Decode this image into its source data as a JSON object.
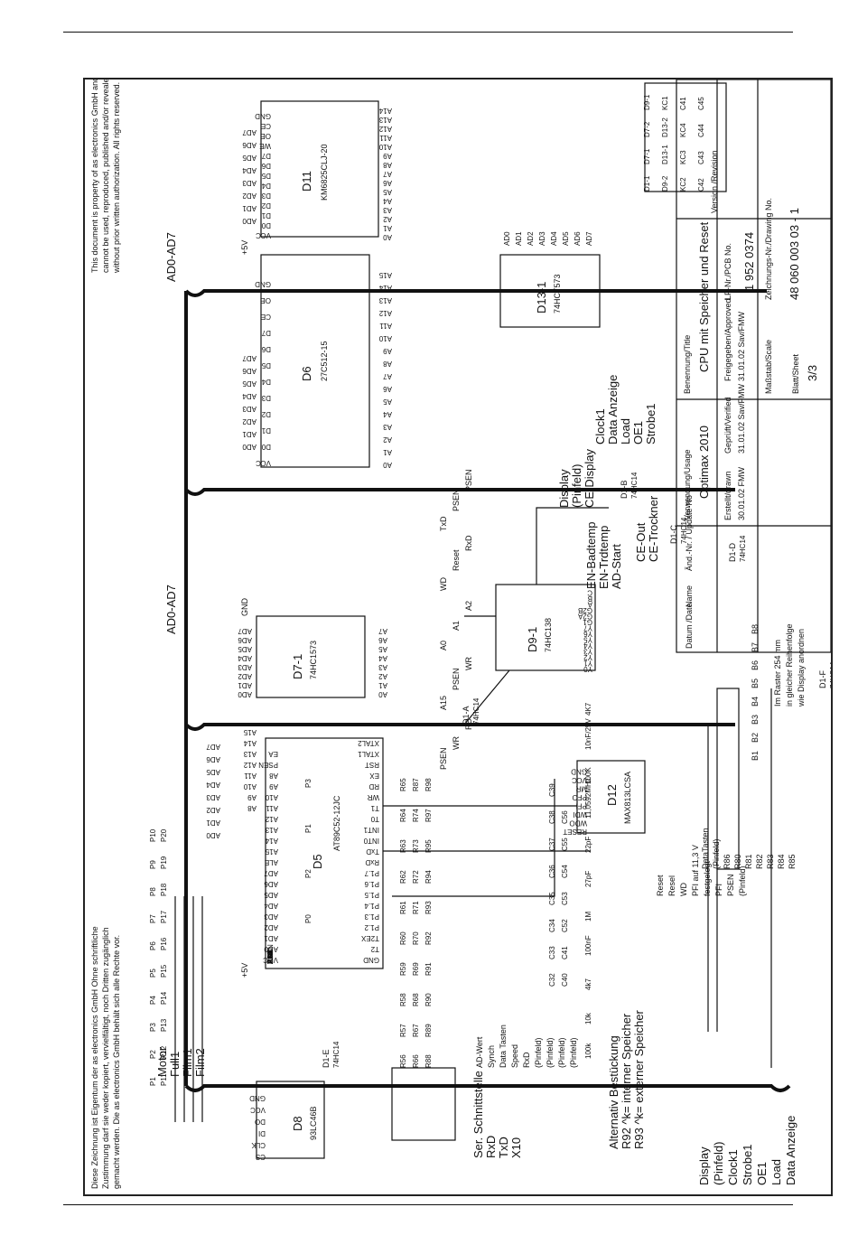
{
  "notices": {
    "de": [
      "Diese Zeichnung ist Eigentum der  as electronics GmbH Ohne schriftliche",
      "Zustimmung darf sie weder kopiert, vervielfältigt, noch Dritten zugänglich",
      "gemacht werden. Die  as electronics GmbH behält sich alle Rechte vor."
    ],
    "en": [
      "This document is property of  as electronics GmbH and",
      "cannot be used, reproduced, published and/or revealed",
      "without prior written authorization.  All rights reserved."
    ]
  },
  "bus": {
    "ad": "AD0-AD7",
    "ad_right": "AD0-AD7",
    "ad_lines": [
      "AD0",
      "AD1",
      "AD2",
      "AD3",
      "AD4",
      "AD5",
      "AD6",
      "AD7"
    ],
    "a_lines": [
      "A0",
      "A1",
      "A2",
      "A3",
      "A4",
      "A5",
      "A6",
      "A7",
      "A8",
      "A9",
      "A10",
      "A11",
      "A12",
      "A13",
      "A14",
      "A15"
    ],
    "a_high": [
      "A8",
      "A9",
      "A10",
      "A11",
      "A12",
      "A13",
      "A14",
      "A15"
    ],
    "ctrl": [
      "PSEN",
      "WR",
      "RD",
      "A15",
      "PSEN",
      "WR",
      "A0",
      "A1",
      "A2",
      "WD",
      "Reset",
      "RxD",
      "TxD",
      "PSEN",
      "PSEN"
    ],
    "flash_ad": [
      "A0",
      "A1",
      "A2",
      "A3",
      "A4",
      "A5",
      "A6",
      "A7",
      "A8",
      "A9",
      "A10",
      "A11",
      "A12",
      "A13",
      "A14"
    ]
  },
  "chips": {
    "d5": {
      "ref": "D5",
      "part": "AT89C52-12JC",
      "pins_top": [
        "VCC",
        "AD0",
        "AD1",
        "AD2",
        "AD3",
        "AD4",
        "AD5",
        "AD6",
        "AD7",
        "ALE",
        "A15",
        "A14",
        "A13",
        "A12",
        "A11",
        "A10",
        "A9",
        "A8",
        "PSEN",
        "EA"
      ],
      "pins_bot": [
        "GND",
        "T2",
        "T2EX",
        "P1.2",
        "P1.3",
        "P1.4",
        "P1.5",
        "P1.6",
        "P1.7",
        "RxD",
        "TxD",
        "INT0",
        "INT1",
        "T0",
        "T1",
        "WR",
        "RD",
        "EX",
        "RST",
        "XTAL1",
        "XTAL2"
      ],
      "ports": [
        "P0",
        "P2",
        "P1",
        "P3"
      ]
    },
    "d7_1": {
      "ref": "D7-1",
      "part": "74HC1573"
    },
    "d6": {
      "ref": "D6",
      "part": "27C512-15",
      "pins": [
        "VCC",
        "D0",
        "D1",
        "D2",
        "D3",
        "D4",
        "D5",
        "D6",
        "D7",
        "CE",
        "OE",
        "GND"
      ]
    },
    "d11": {
      "ref": "D11",
      "part": "KM6825CLJ-20",
      "pins": [
        "VCC",
        "D0",
        "D1",
        "D2",
        "D3",
        "D4",
        "D5",
        "D6",
        "D7",
        "WE",
        "OE",
        "CE",
        "GND"
      ]
    },
    "d9_1": {
      "ref": "D9-1",
      "part": "74HC138",
      "pins": [
        "Y0",
        "Y1",
        "Y2",
        "Y3",
        "Y4",
        "Y5",
        "Y6",
        "Y7",
        "G1",
        "G2A",
        "G2B",
        "A",
        "B",
        "C"
      ]
    },
    "d13_1": {
      "ref": "D13-1",
      "part": "74HCT573"
    },
    "d8": {
      "ref": "D8",
      "part": "93LC46B",
      "pins": [
        "CS",
        "CLK",
        "DI",
        "DO",
        "VCC",
        "GND"
      ]
    },
    "d12": {
      "ref": "D12",
      "part": "MAX813LCSA",
      "pins": [
        "RESET",
        "WDO",
        "WDI",
        "PFI",
        "PFO",
        "MR",
        "VCC",
        "GND"
      ]
    },
    "d1a": {
      "ref": "D1-A",
      "part": "74HC14"
    },
    "d1b": {
      "ref": "D1-B",
      "part": "74HC14"
    },
    "d1c": {
      "ref": "D1-C",
      "part": "74HC14"
    },
    "d1d": {
      "ref": "D1-D",
      "part": "74HC14"
    },
    "d1e": {
      "ref": "D1-E",
      "part": "74HC14"
    },
    "d1f": {
      "ref": "D1-F",
      "part": "74HC14"
    },
    "gates_extra": [
      "D1-1",
      "D7-1",
      "D7-2",
      "D9-1",
      "D9-2",
      "D13-1",
      "D13-2",
      "KC1",
      "KC2",
      "KC3",
      "KC4",
      "C41",
      "C42",
      "C43",
      "C44",
      "C45"
    ]
  },
  "signals": {
    "left": [
      "Motor",
      "Full1",
      "Film1",
      "Film2"
    ],
    "right_top": [
      "Clock1",
      "Data Anzeige",
      "Load",
      "OE1",
      "Strobe1"
    ],
    "display_block": [
      "Display",
      "(Pinfeld)",
      "CE-Display"
    ],
    "temps": [
      "EN-Badtemp",
      "EN-Trdtemp",
      "AD-Start"
    ],
    "ce": [
      "CE-Out",
      "CE-Trockner"
    ],
    "serial": [
      "Ser. Schnittstelle",
      "RxD",
      "TxD",
      "X10"
    ],
    "misc": [
      "AD-Wert",
      "Synch",
      "Data Tasten",
      "Speed",
      "RxD",
      "(Pinfeld)",
      "(Pinfeld)",
      "(Pinfeld)",
      "(Pinfeld)"
    ],
    "bottom_left": [
      "Display",
      "(Pinfeld)",
      "Clock1",
      "Strobe1",
      "OE1",
      "Load",
      "Data Anzeige"
    ],
    "keys": [
      "DataTasten",
      "(Pinfeld)",
      "R86",
      "R80",
      "R81",
      "R82",
      "R83",
      "R84",
      "R85"
    ],
    "connector": [
      "B1",
      "B2",
      "B3",
      "B4",
      "B5",
      "B6",
      "B7",
      "B8"
    ],
    "reset": [
      "Reset",
      "Resel",
      "WD",
      "PFI auf 11,3 V",
      "festgelegt",
      "PFI",
      "PSEN",
      "(Pinfeld)"
    ],
    "notes": [
      "Alternativ Bestückung",
      "R92 ^k= interner Speicher",
      "R93 ^k= externer Speicher"
    ],
    "raster": [
      "Im Raster 254 mm",
      "in gleicher Reihenfolge",
      "wie Display anordnen"
    ]
  },
  "parts": {
    "resistors": [
      "R56",
      "R57",
      "R58",
      "R59",
      "R60",
      "R61",
      "R62",
      "R63",
      "R64",
      "R65",
      "R66",
      "R67",
      "R68",
      "R69",
      "R70",
      "R71",
      "R72",
      "R73",
      "R74",
      "R87",
      "R88",
      "R89",
      "R90",
      "R91",
      "R92",
      "R93",
      "R94",
      "R95",
      "R97",
      "R98"
    ],
    "caps": [
      "C32",
      "C33",
      "C34",
      "C35",
      "C36",
      "C37",
      "C38",
      "C39",
      "C40",
      "C41",
      "C52",
      "C53",
      "C54",
      "C55",
      "C56"
    ],
    "values": [
      "100k",
      "10k",
      "4k7",
      "100nF",
      "1M",
      "27pF",
      "22pF",
      "11,0592MHz",
      "100K",
      "10nF/25V",
      "4K7"
    ],
    "testpoints": [
      "P1",
      "P2",
      "P3",
      "P4",
      "P5",
      "P6",
      "P7",
      "P8",
      "P9",
      "P10",
      "P11",
      "P12",
      "P13",
      "P14",
      "P15",
      "P16",
      "P17",
      "P18",
      "P19",
      "P20"
    ],
    "supply": [
      "+5V",
      "GND",
      "+5V"
    ]
  },
  "title_block": {
    "h_date": "Datum /Date",
    "h_name": "Name",
    "h_change": "Änd.-Nr. / Update-No",
    "usage_label": "Verwendung/Usage",
    "usage": "Optimax 2010",
    "title_label": "Benennung/Title",
    "title": "CPU mit Speicher und Reset",
    "drawn_label": "Erstellt/drawn",
    "drawn": "30.01.02 FMW",
    "checked_label": "Geprüft/Verified",
    "checked": "31.01.02 Sav/FMW",
    "approved_label": "Freigegeben/Approved",
    "approved": "31.01.02 Sav/FMW",
    "scale_label": "Maßstab/Scale",
    "pcb_label": "LP-Nr./PCB No.",
    "pcb": "1 952 0374",
    "drawing_label": "Zeichnungs-Nr./Drawing No.",
    "drawing": "48 060 003 03 - 1",
    "sheet_label": "Blatt/Sheet",
    "sheet": "3/3",
    "version_label": "Version /Revision"
  }
}
